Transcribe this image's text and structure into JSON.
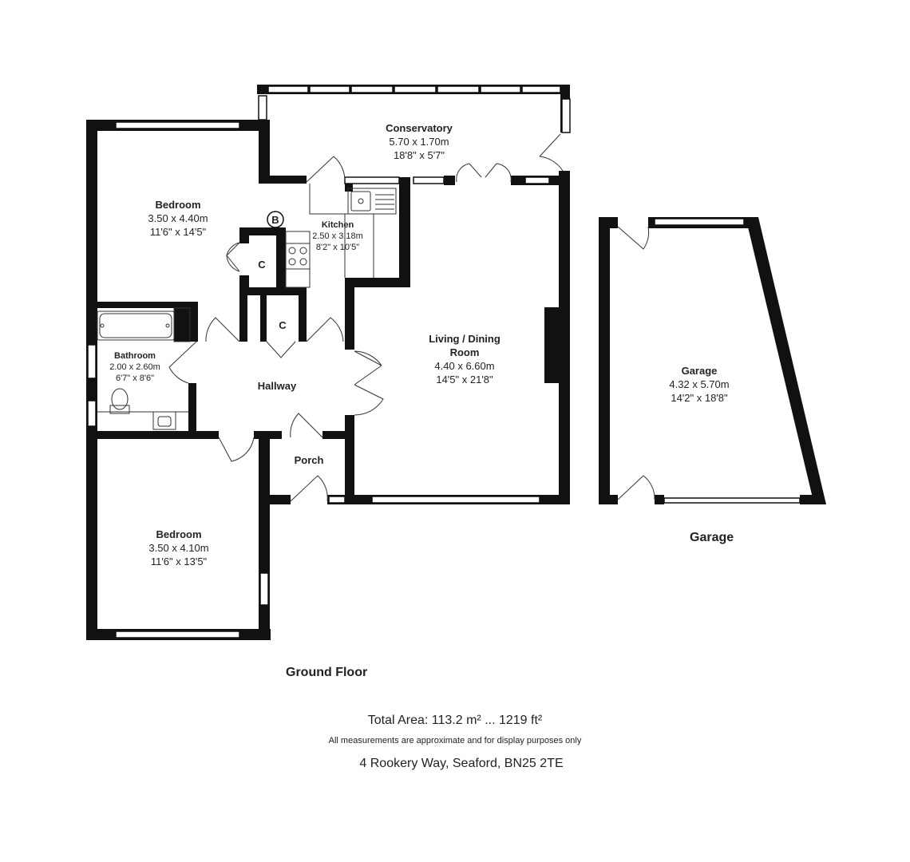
{
  "rooms": {
    "conservatory": {
      "name": "Conservatory",
      "metric": "5.70 x 1.70m",
      "imperial": "18'8\" x 5'7\""
    },
    "bedroom_top": {
      "name": "Bedroom",
      "metric": "3.50 x 4.40m",
      "imperial": "11'6\" x 14'5\""
    },
    "kitchen": {
      "name": "Kitchen",
      "metric": "2.50 x 3.18m",
      "imperial": "8'2\" x 10'5\""
    },
    "living": {
      "name_line1": "Living / Dining",
      "name_line2": "Room",
      "metric": "4.40 x 6.60m",
      "imperial": "14'5\" x 21'8\""
    },
    "bathroom": {
      "name": "Bathroom",
      "metric": "2.00 x 2.60m",
      "imperial": "6'7\" x 8'6\""
    },
    "hallway": {
      "name": "Hallway"
    },
    "porch": {
      "name": "Porch"
    },
    "bedroom_bottom": {
      "name": "Bedroom",
      "metric": "3.50 x 4.10m",
      "imperial": "11'6\" x 13'5\""
    },
    "garage": {
      "name": "Garage",
      "metric": "4.32 x 5.70m",
      "imperial": "14'2\" x 18'8\""
    },
    "cupboard_1": {
      "name": "C"
    },
    "cupboard_2": {
      "name": "C"
    },
    "boiler": {
      "name": "B"
    }
  },
  "floors": {
    "ground": "Ground Floor",
    "garage": "Garage"
  },
  "footer": {
    "total_area": "Total Area: 113.2 m² ... 1219 ft²",
    "disclaimer": "All measurements are approximate and for display purposes only",
    "address": "4 Rookery Way, Seaford, BN25 2TE"
  },
  "colors": {
    "wall": "#111111",
    "window": "#ffffff",
    "line": "#333333"
  }
}
